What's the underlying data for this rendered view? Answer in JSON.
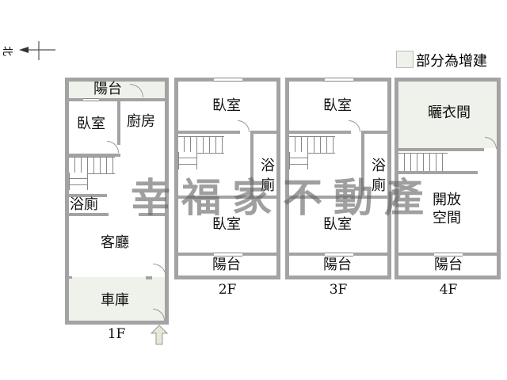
{
  "compass": {
    "label": "北",
    "icon": "north-arrow-icon"
  },
  "legend": {
    "label": "部分為增建",
    "swatch_color": "#eef2ea"
  },
  "watermark": "幸福家不動產",
  "colors": {
    "wall": "#a3a3a3",
    "extension_fill": "#eef2ea",
    "arrow_fill": "#e6e8d8"
  },
  "floors": [
    {
      "name": "1F",
      "rooms": [
        "陽台",
        "臥室",
        "廚房",
        "浴廁",
        "客廳",
        "車庫"
      ]
    },
    {
      "name": "2F",
      "rooms": [
        "臥室",
        "浴廁",
        "臥室",
        "陽台"
      ]
    },
    {
      "name": "3F",
      "rooms": [
        "臥室",
        "浴廁",
        "臥室",
        "陽台"
      ]
    },
    {
      "name": "4F",
      "rooms": [
        "曬衣間",
        "開放空間",
        "陽台"
      ]
    }
  ],
  "f1": {
    "balcony": "陽台",
    "bedroom": "臥室",
    "kitchen": "廚房",
    "bath": "浴廁",
    "living": "客廳",
    "garage": "車庫",
    "label": "1F"
  },
  "f2": {
    "bedroom_top": "臥室",
    "bath_1": "浴",
    "bath_2": "廁",
    "bedroom_bottom": "臥室",
    "balcony": "陽台",
    "label": "2F"
  },
  "f3": {
    "bedroom_top": "臥室",
    "bath_1": "浴",
    "bath_2": "廁",
    "bedroom_bottom": "臥室",
    "balcony": "陽台",
    "label": "3F"
  },
  "f4": {
    "laundry": "曬衣間",
    "open_1": "開放",
    "open_2": "空間",
    "balcony": "陽台",
    "label": "4F"
  }
}
